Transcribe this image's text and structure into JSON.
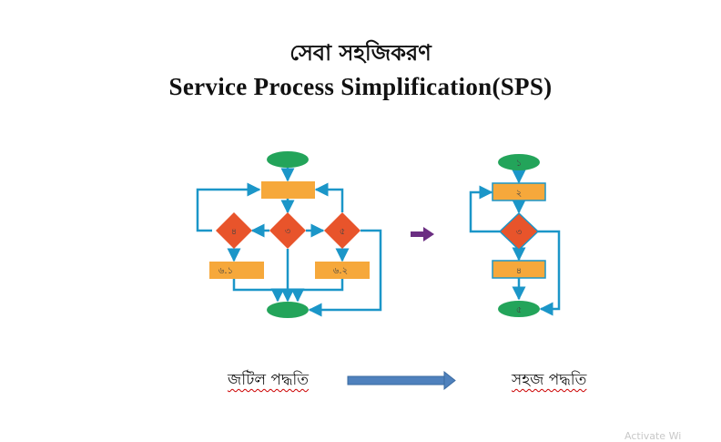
{
  "title_bn": "সেবা সহজিকরণ",
  "title_en": "Service Process Simplification(SPS)",
  "complex_flow": {
    "decision_labels": [
      "৪",
      "৩",
      "৫"
    ],
    "process_labels": [
      "৬.১",
      "৬.২"
    ]
  },
  "simple_flow": {
    "labels": [
      "১",
      "২",
      "৩",
      "৪",
      "৫"
    ]
  },
  "captions": {
    "complex": "জটিল পদ্ধতি",
    "simple": "সহজ পদ্ধতি"
  },
  "watermark": "Activate Wi",
  "colors": {
    "terminal": "#23a45a",
    "process": "#f6a83b",
    "decision": "#e8542b",
    "connector": "#1b96c8",
    "arrow_purple": "#6b2e82",
    "arrow_blue": "#4f81bd"
  }
}
